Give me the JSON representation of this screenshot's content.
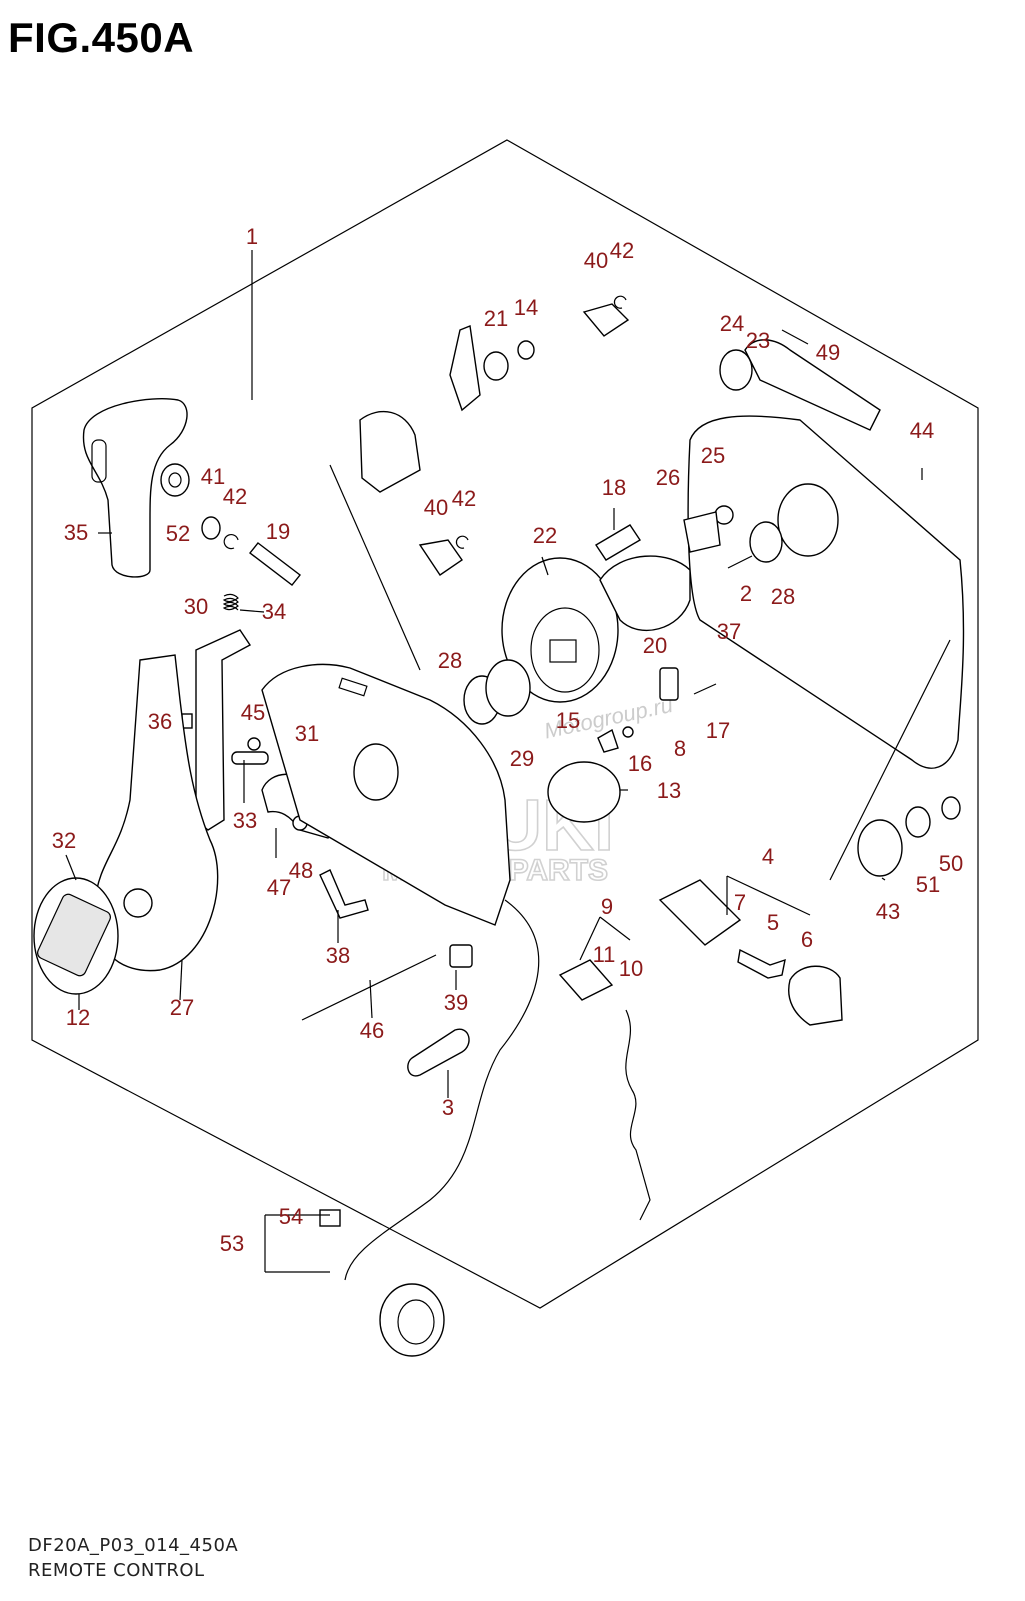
{
  "header": {
    "title": "FIG.450A"
  },
  "footer": {
    "code": "DF20A_P03_014_450A",
    "name": "REMOTE CONTROL"
  },
  "watermark": {
    "brand": "SUZUKI",
    "subtitle": "MARINE PARTS",
    "site": "Motogroup.ru"
  },
  "colors": {
    "callout": "#8b1a1a",
    "line": "#000000",
    "watermark": "#c9c9c9"
  },
  "callouts": [
    "1",
    "2",
    "3",
    "4",
    "5",
    "6",
    "7",
    "8",
    "9",
    "10",
    "11",
    "12",
    "13",
    "14",
    "15",
    "16",
    "17",
    "18",
    "19",
    "20",
    "21",
    "22",
    "23",
    "24",
    "25",
    "26",
    "27",
    "28",
    "28",
    "29",
    "30",
    "31",
    "32",
    "33",
    "34",
    "35",
    "36",
    "37",
    "38",
    "39",
    "40",
    "40",
    "40",
    "41",
    "42",
    "42",
    "42",
    "43",
    "44",
    "45",
    "46",
    "47",
    "48",
    "49",
    "50",
    "51",
    "52",
    "53",
    "54"
  ]
}
